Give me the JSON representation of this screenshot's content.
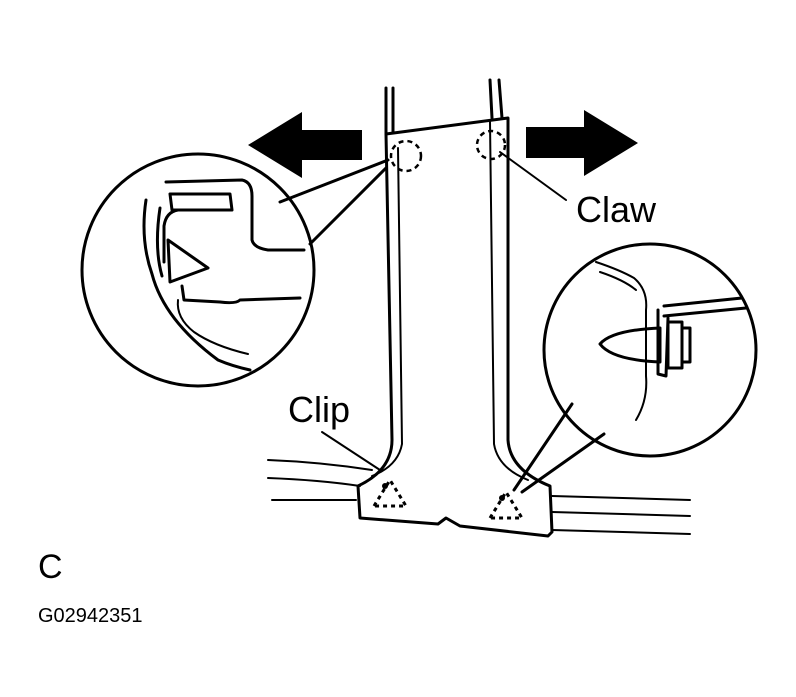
{
  "labels": {
    "claw": "Claw",
    "clip": "Clip",
    "view": "C",
    "figure_id": "G02942351"
  },
  "icons": {
    "left_arrow": "left-arrow-icon",
    "right_arrow": "right-arrow-icon"
  },
  "colors": {
    "ink": "#000000",
    "background": "#ffffff"
  }
}
